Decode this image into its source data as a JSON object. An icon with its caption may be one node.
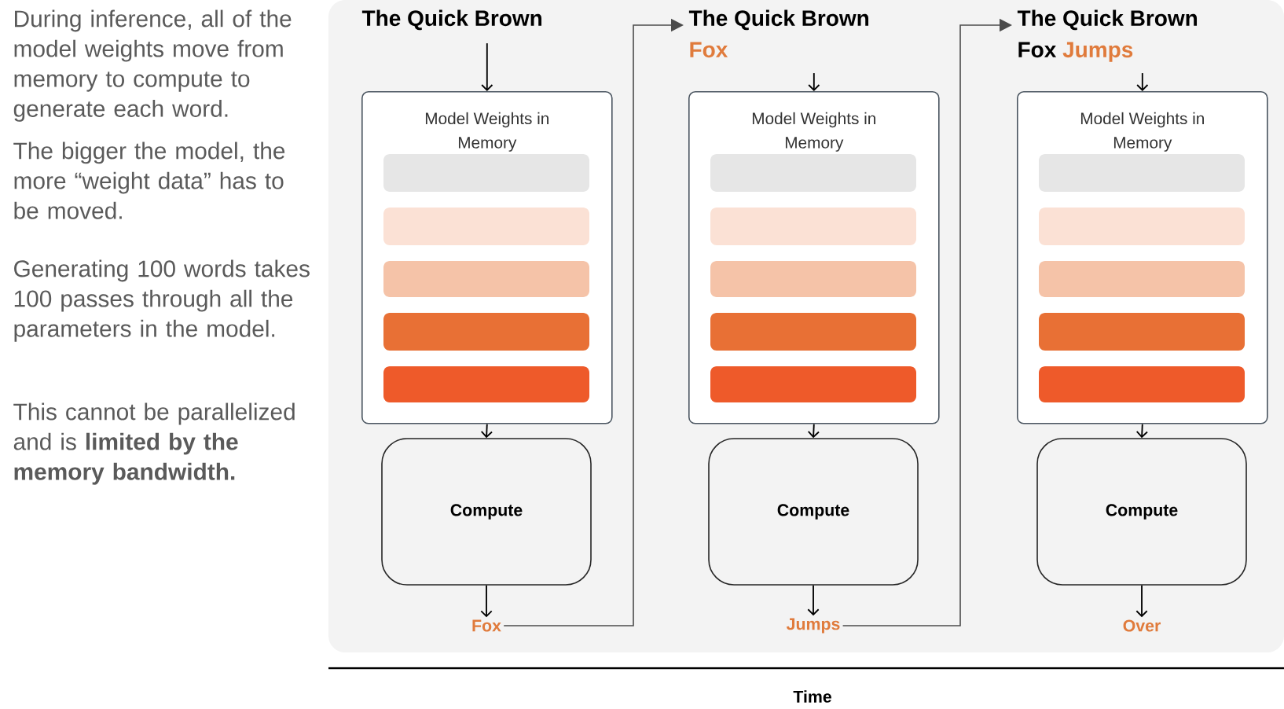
{
  "diagram": {
    "nodes": [
      {
        "text": [
          "The Quick Brown"
        ]
      },
      {
        "text": [
          "Model Weights in Memory"
        ]
      },
      {
        "text": [
          "Compute"
        ]
      },
      {
        "text": [
          "Fox"
        ]
      },
      {
        "text": [
          "The Quick Brown",
          "Fox"
        ]
      },
      {
        "text": [
          "Model Weights in Memory"
        ]
      },
      {
        "text": [
          "Compute"
        ]
      },
      {
        "text": [
          "Jumps"
        ]
      },
      {
        "text": [
          "The Quick Brown",
          "Fox",
          "Jumps"
        ]
      },
      {
        "text": [
          "Model Weights in Memory"
        ]
      },
      {
        "text": [
          "Compute"
        ]
      },
      {
        "text": [
          "Over"
        ]
      }
    ],
    "edges": [
      {
        "from": 0,
        "to": 1,
        "arrow": "to"
      },
      {
        "from": 1,
        "to": 2,
        "arrow": "to"
      },
      {
        "from": 2,
        "to": 3,
        "arrow": "to"
      },
      {
        "from": 3,
        "to": 4,
        "arrow": "to"
      },
      {
        "from": 4,
        "to": 5,
        "arrow": "to"
      },
      {
        "from": 5,
        "to": 6,
        "arrow": "to"
      },
      {
        "from": 6,
        "to": 7,
        "arrow": "to"
      },
      {
        "from": 7,
        "to": 8,
        "arrow": "to"
      },
      {
        "from": 8,
        "to": 9,
        "arrow": "to"
      },
      {
        "from": 9,
        "to": 10,
        "arrow": "to"
      },
      {
        "from": 10,
        "to": 11,
        "arrow": "to"
      }
    ],
    "labels": [
      "During inference, all of the model weights move from memory to compute to generate each word.",
      "The bigger the model, the more “weight data” has to be moved.",
      "Generating 100 words takes 100 passes through all the parameters in the model.",
      "This cannot be parallelized and is **limited by the memory bandwidth.**",
      "Time"
    ]
  }
}
